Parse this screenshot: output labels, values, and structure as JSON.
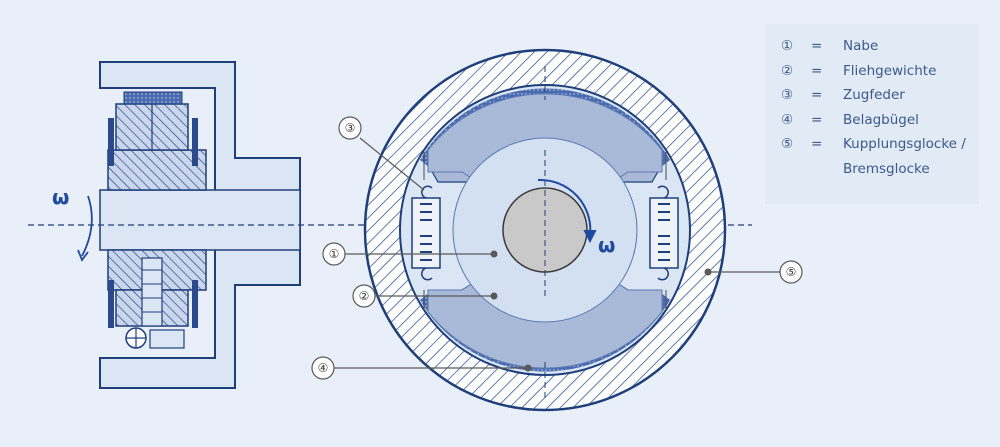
{
  "colors": {
    "background": "#e8eff8",
    "outline": "#1f3f7a",
    "accent": "#2450a8",
    "light_fill": "#dbe6f4",
    "mid_fill": "#a8bad8",
    "hatch": "#3a5a9c"
  },
  "symbols": {
    "omega_left": "ω",
    "omega_right": "ω"
  },
  "callouts": [
    {
      "num": "①"
    },
    {
      "num": "②"
    },
    {
      "num": "③"
    },
    {
      "num": "④"
    },
    {
      "num": "⑤"
    }
  ],
  "legend": {
    "items": [
      {
        "num": "①",
        "eq": "=",
        "text": "Nabe"
      },
      {
        "num": "②",
        "eq": "=",
        "text": "Fliehgewichte"
      },
      {
        "num": "③",
        "eq": "=",
        "text": "Zugfeder"
      },
      {
        "num": "④",
        "eq": "=",
        "text": "Belagbügel"
      },
      {
        "num": "⑤",
        "eq": "=",
        "text": "Kupplungsglocke /"
      },
      {
        "num": "",
        "eq": "",
        "text": "Bremsglocke"
      }
    ]
  }
}
